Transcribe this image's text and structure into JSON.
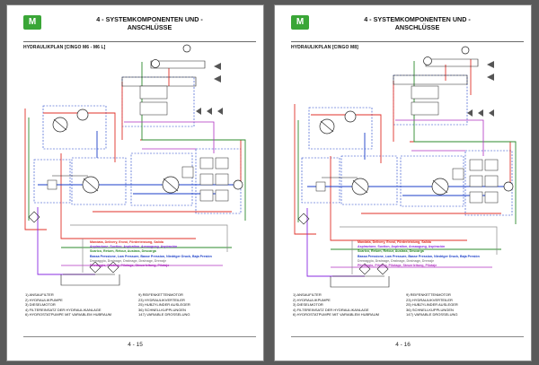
{
  "pages": [
    {
      "chapter_line1": "4 - SYSTEMKOMPONENTEN UND -",
      "chapter_line2": "ANSCHLÜSSE",
      "plan_title": "HYDRAULIKPLAN [CINGO M6 - M6 L]",
      "page_number": "4 - 15"
    },
    {
      "chapter_line1": "4 - SYSTEMKOMPONENTEN UND -",
      "chapter_line2": "ANSCHLÜSSE",
      "plan_title": "HYDRAULIKPLAN [CINGO M8]",
      "page_number": "4 - 16"
    }
  ],
  "logo_text": "M",
  "legend": [
    {
      "text": "Mandata, Delivery, Envoi, Förderleistung, Salida",
      "color": "#e0302a"
    },
    {
      "text": "Aspirazione, Suction, Aspiration, Ansaugung, Aspiración",
      "color": "#8a2be2"
    },
    {
      "text": "Scarico, Return, Retour, Auslass, Descarga",
      "color": "#2e8b2e"
    },
    {
      "text": "Bassa Pressione, Low Pressure, Basse Pression, Niedriger Druck, Baja Presión",
      "color": "#1a3ec8"
    },
    {
      "text": "Drenaggio, Drainage, Drainage, Drainage, Drenaje",
      "color": "#8c8c8c"
    },
    {
      "text": "Pilotaggio, Piloting, Pilotage, Steuerleitung, Pilotaje",
      "color": "#b030c0"
    }
  ],
  "component_list_left": [
    "1) ANSAUFILTER",
    "2) HYDRAULIKPUMPE",
    "3) DIESELMOTOR",
    "4) FILTEREINSATZ DER HYDRAULIKANLAGE",
    "6) HYDROSTATPUMPE MIT VARIABLEM HUBRAUM"
  ],
  "component_list_right": [
    "9) REIFENKETTENMOTOR",
    "23) HYDRAULIKVERTEILER",
    "25) HUBZYLINDER AUSLEGER",
    "36) SCHNELLKUPPLUNGEN",
    "147) VARIABLE DROSSELUNG"
  ],
  "colors": {
    "background": "#5a5a5a",
    "page": "#ffffff",
    "brand_green": "#3aa637",
    "delivery_red": "#e0302a",
    "suction_violet": "#8a2be2",
    "return_green": "#2e8b2e",
    "low_pressure_blue": "#1a3ec8",
    "drain_gray": "#8c8c8c",
    "pilot_magenta": "#b030c0"
  }
}
